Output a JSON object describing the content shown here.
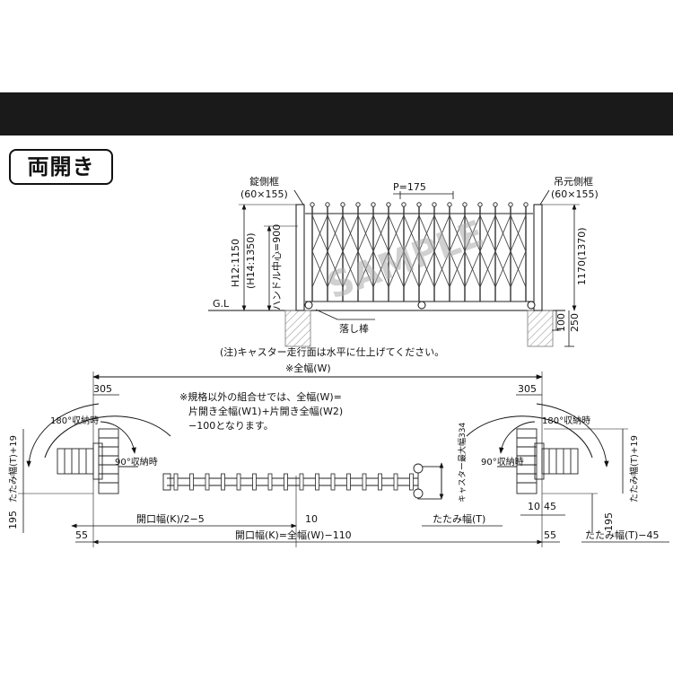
{
  "header": {
    "title": "寸法図（単位mm）"
  },
  "badge": {
    "label": "両開き"
  },
  "elevation": {
    "lock_frame_label": "錠側框",
    "lock_frame_size": "(60×155)",
    "hang_frame_label": "吊元側框",
    "hang_frame_size": "(60×155)",
    "pitch_label": "P=175",
    "h12_label": "H12:1150",
    "h14_label": "(H14:1350)",
    "handle_center_label": "ハンドル中心=900",
    "gl_label": "G.L",
    "right_height_label": "1170(1370)",
    "embed_100": "100",
    "embed_250": "250",
    "drop_bar_label": "落し棒",
    "watermark": "SAMPLE",
    "note": "(注)キャスター走行面は水平に仕上げてください。"
  },
  "plan": {
    "full_width_label": "※全幅(W)",
    "note_line1": "※規格以外の組合せでは、全幅(W)=",
    "note_line2": "片開き全幅(W1)+片開き全幅(W2)",
    "note_line3": "−100となります。",
    "dim_305_left": "305",
    "dim_305_right": "305",
    "swing_180_left": "180°収納時",
    "swing_180_right": "180°収納時",
    "swing_90_left": "90°収納時",
    "swing_90_right": "90°収納時",
    "fold_width_t19_left": "たたみ幅(T)+19",
    "fold_width_t19_right": "たたみ幅(T)+19",
    "dim_195_left": "195",
    "dim_195_right": "195",
    "caster_max_width": "キャスター最大幅334",
    "open_half_label": "開口幅(K)/2−5",
    "dim_10_center": "10",
    "fold_width_t": "たたみ幅(T)",
    "dim_10_right": "10",
    "dim_45": "45",
    "dim_55_left": "55",
    "opening_label": "開口幅(K)=全幅(W)−110",
    "dim_55_right": "55",
    "fold_minus_45": "たたみ幅(T)−45"
  }
}
